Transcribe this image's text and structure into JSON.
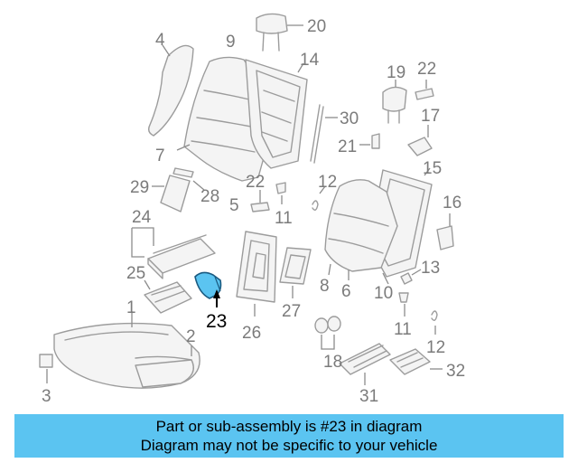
{
  "diagram": {
    "labels": {
      "l1": "1",
      "l2": "2",
      "l3": "3",
      "l4": "4",
      "l5": "5",
      "l6": "6",
      "l7": "7",
      "l8": "8",
      "l9": "9",
      "l10": "10",
      "l11a": "11",
      "l11b": "11",
      "l12a": "12",
      "l12b": "12",
      "l13": "13",
      "l14": "14",
      "l15": "15",
      "l16": "16",
      "l17": "17",
      "l18": "18",
      "l19": "19",
      "l20": "20",
      "l21": "21",
      "l22a": "22",
      "l22b": "22",
      "l23": "23",
      "l24": "24",
      "l25": "25",
      "l26": "26",
      "l27": "27",
      "l28": "28",
      "l29": "29",
      "l30": "30",
      "l31": "31",
      "l32": "32"
    },
    "highlight_part": "23",
    "highlight_color": "#5bc4f1"
  },
  "banner": {
    "line1": "Part or sub-assembly is #23 in diagram",
    "line2": "Diagram may not be specific to your vehicle",
    "color": "#5bc4f1"
  }
}
